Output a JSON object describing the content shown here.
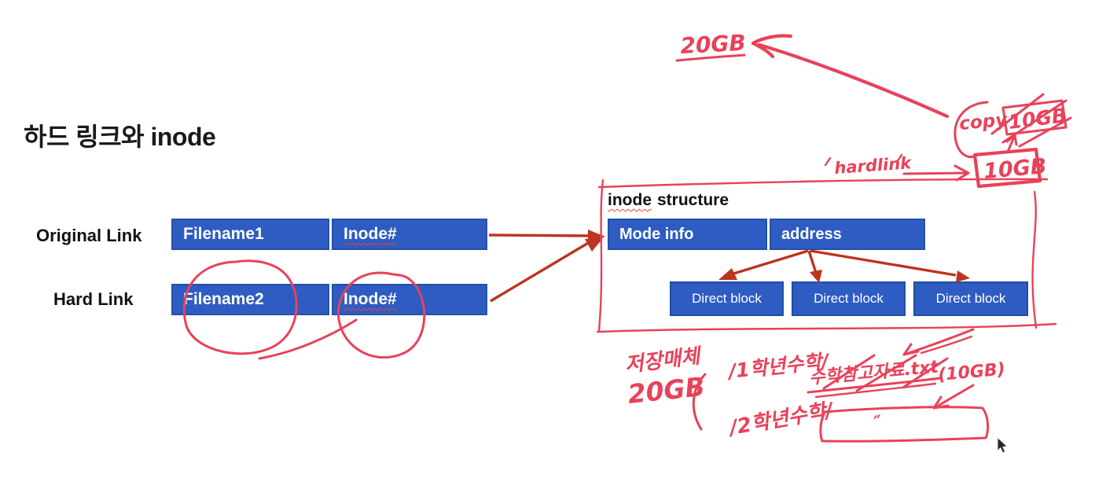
{
  "slide": {
    "title": "하드 링크와 inode",
    "rows": [
      {
        "label": "Original Link",
        "cells": [
          "Filename1",
          "Inode#"
        ]
      },
      {
        "label": "Hard Link",
        "cells": [
          "Filename2",
          "Inode#"
        ]
      }
    ],
    "inode_structure": {
      "title_word": "inode",
      "title_rest": "structure",
      "header_cells": [
        "Mode info",
        "address"
      ],
      "blocks": [
        "Direct block",
        "Direct block",
        "Direct block"
      ]
    }
  },
  "annotations": {
    "total_size": "20GB",
    "copy_label": "copy",
    "copy_size": "10GB",
    "hardlink_label": "hardlink",
    "hardlink_size": "10GB",
    "storage_label": "저장매체",
    "storage_size": "20GB",
    "path1": "/1학년수학/",
    "file1": "수학참고자료.txt",
    "file1_size": "(10GB)",
    "path2": "/2학년수학/",
    "ditto_mark": "″"
  },
  "colors": {
    "slide_blue": "#2e5cc2",
    "slide_blue_border": "#1d4fa0",
    "diagram_arrow_red": "#bd3420",
    "marker_red": "#e8425a",
    "text_black": "#101114",
    "background": "#ffffff"
  }
}
